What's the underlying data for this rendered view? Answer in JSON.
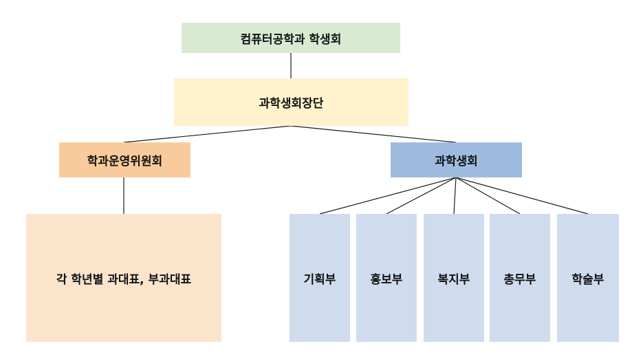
{
  "colors": {
    "green": "#d9ead3",
    "yellow": "#fff2cc",
    "orange": "#f9cb9c",
    "orange_light": "#fce5cd",
    "blue": "#9fbbe0",
    "blue_light": "#cfdcee"
  },
  "root": {
    "label": "컴퓨터공학과 학생회"
  },
  "leader": {
    "label": "과학생회장단"
  },
  "dept_committee": {
    "label": "학과운영위원회"
  },
  "reps": {
    "label": "각 학년별 과대표, 부과대표"
  },
  "student_council": {
    "label": "과학생회"
  },
  "departments": [
    {
      "label": "기획부"
    },
    {
      "label": "홍보부"
    },
    {
      "label": "복지부"
    },
    {
      "label": "총무부"
    },
    {
      "label": "학술부"
    }
  ]
}
